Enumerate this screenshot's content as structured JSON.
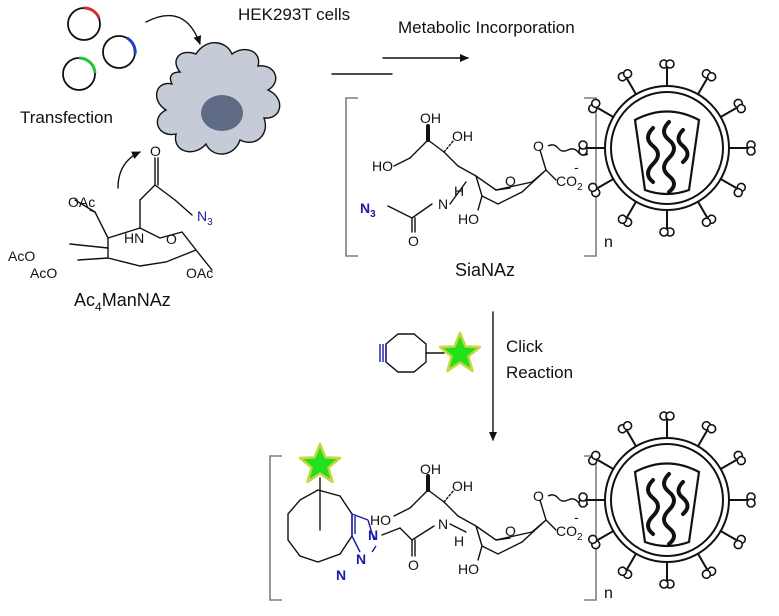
{
  "labels": {
    "cells": "HEK293T cells",
    "transfection": "Transfection",
    "metabolic": "Metabolic Incorporation",
    "siaNAz": "SiaNAz",
    "ac4_prefix": "Ac",
    "ac4_sub": "4",
    "ac4_suffix": "ManNAz",
    "click_line1": "Click",
    "click_line2": "Reaction",
    "n": "n"
  },
  "ac4mannaz": {
    "oac_top": "OAc",
    "aco_1": "AcO",
    "aco_2": "AcO",
    "oac_right": "OAc",
    "hn": "HN",
    "o_ring": "O",
    "o_carbonyl": "O",
    "n3_main": "N",
    "n3_sub": "3"
  },
  "sianaz": {
    "ho_1": "HO",
    "oh_1": "OH",
    "oh_2": "OH",
    "o_link": "O",
    "o_ring": "O",
    "co2_main": "CO",
    "co2_sub": "2",
    "charge": "-",
    "hn": "H",
    "n_amide": "N",
    "ho_ring": "HO",
    "o_carbonyl": "O",
    "n3_main": "N",
    "n3_sub": "3"
  },
  "product": {
    "ho_1": "HO",
    "oh_1": "OH",
    "oh_2": "OH",
    "o_link": "O",
    "o_ring": "O",
    "co2_main": "CO",
    "co2_sub": "2",
    "charge": "-",
    "hn": "H",
    "n_amide": "N",
    "ho_ring": "HO",
    "o_carbonyl": "O",
    "triazole_n1": "N",
    "triazole_n2": "N",
    "triazole_n3": "N"
  },
  "colors": {
    "cell_fill": "#c6cbd8",
    "nucleus": "#5f6b84",
    "star_fill": "#22e01c",
    "star_outline": "#c8d640",
    "azide_blue": "#1a1aa8",
    "plasmid_red": "#d42b2b",
    "plasmid_blue": "#2340c0",
    "plasmid_green": "#23c23a",
    "bracket_gray": "#7a7f8c"
  }
}
